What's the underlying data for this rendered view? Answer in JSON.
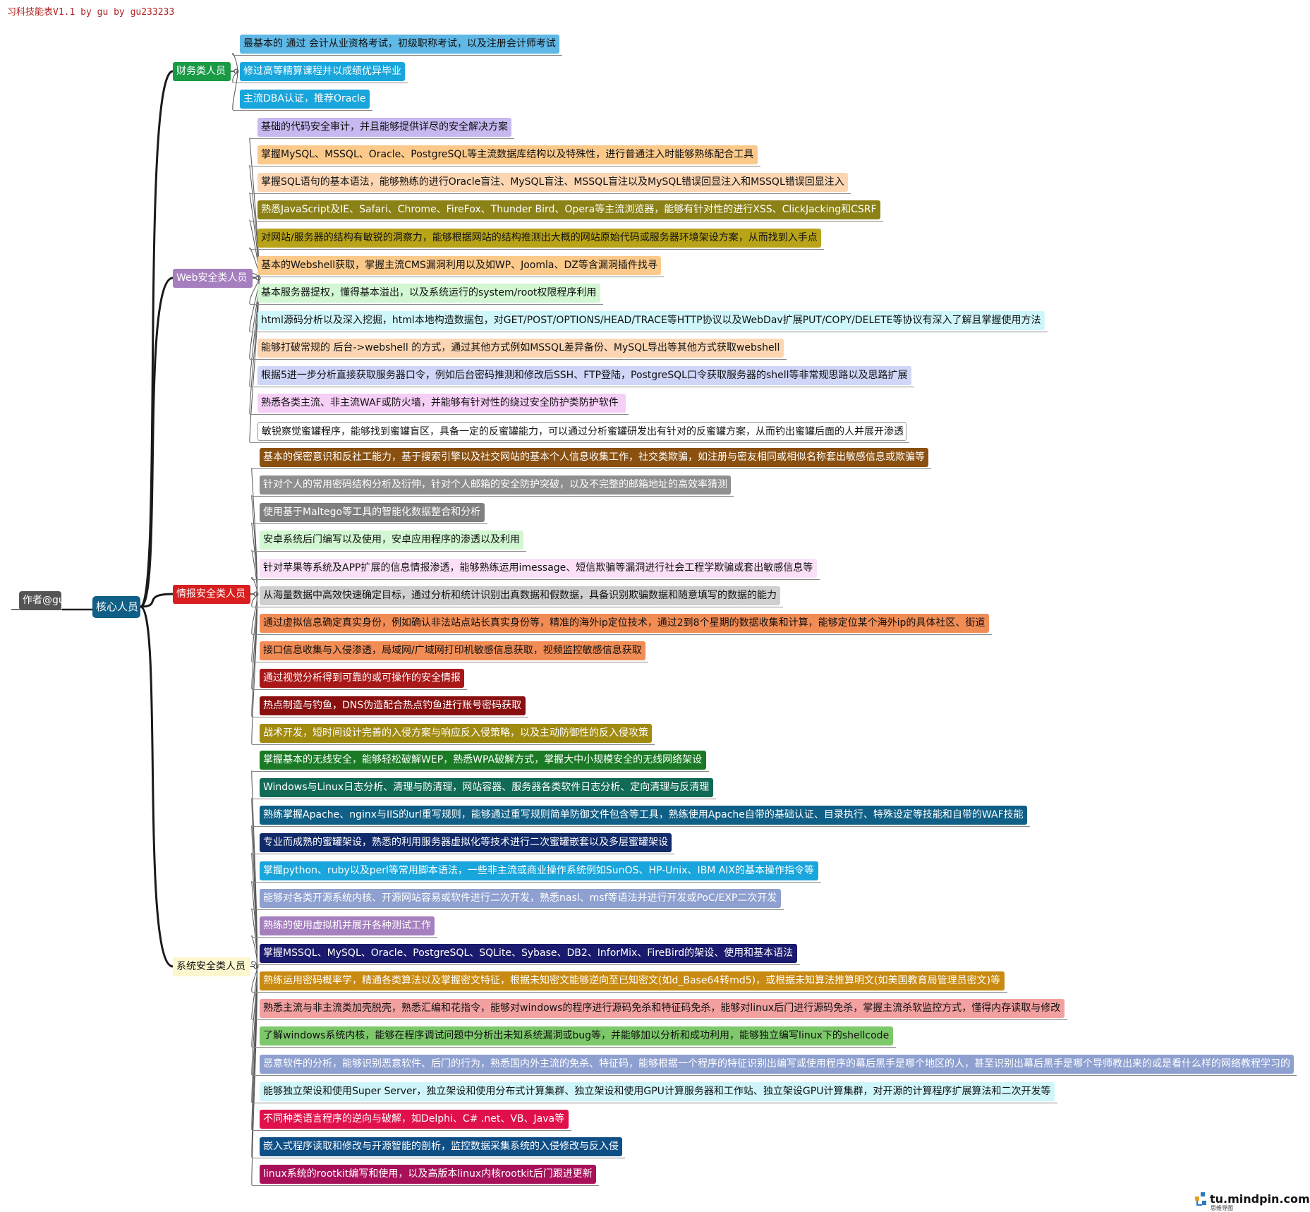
{
  "title": "习科技能表V1.1 by gu by gu233233",
  "author_node": "作者@gu",
  "core_node": "核心人员",
  "branches": [
    {
      "label": "财务类人员",
      "color": "#1a9a45",
      "text_color": "#ffffff",
      "items": [
        {
          "text": "最基本的 通过 会计从业资格考试，初级职称考试，以及注册会计师考试",
          "bg": "#5fb8e6",
          "fg": "#111111"
        },
        {
          "text": "修过高等精算课程并以成绩优异毕业",
          "bg": "#18a6dc",
          "fg": "#ffffff"
        },
        {
          "text": "主流DBA认证，推荐Oracle",
          "bg": "#18a6dc",
          "fg": "#ffffff"
        }
      ]
    },
    {
      "label": "Web安全类人员",
      "color": "#a67fbf",
      "text_color": "#ffffff",
      "items": [
        {
          "text": "基础的代码安全审计，并且能够提供详尽的安全解决方案",
          "bg": "#c7b9f0",
          "fg": "#111111"
        },
        {
          "text": "掌握MySQL、MSSQL、Oracle、PostgreSQL等主流数据库结构以及特殊性，进行普通注入时能够熟练配合工具",
          "bg": "#fbc98a",
          "fg": "#111111"
        },
        {
          "text": "掌握SQL语句的基本语法，能够熟练的进行Oracle盲注、MySQL盲注、MSSQL盲注以及MySQL错误回显注入和MSSQL错误回显注入",
          "bg": "#fcd6b3",
          "fg": "#111111"
        },
        {
          "text": "熟悉JavaScript及IE、Safari、Chrome、FireFox、Thunder Bird、Opera等主流浏览器，能够有针对性的进行XSS、ClickJacking和CSRF",
          "bg": "#8b8116",
          "fg": "#ffffff"
        },
        {
          "text": "对网站/服务器的结构有敏锐的洞察力，能够根据网站的结构推测出大概的网站原始代码或服务器环境架设方案，从而找到入手点",
          "bg": "#b9a419",
          "fg": "#111111"
        },
        {
          "text": "基本的Webshell获取，掌握主流CMS漏洞利用以及如WP、Joomla、DZ等含漏洞插件找寻",
          "bg": "#fbc98a",
          "fg": "#111111"
        },
        {
          "text": "基本服务器提权，懂得基本溢出，以及系统运行的system/root权限程序利用",
          "bg": "#d2f7d2",
          "fg": "#111111"
        },
        {
          "text": "html源码分析以及深入挖掘，html本地构造数据包，对GET/POST/OPTIONS/HEAD/TRACE等HTTP协议以及WebDav扩展PUT/COPY/DELETE等协议有深入了解且掌握使用方法",
          "bg": "#cff6fb",
          "fg": "#111111"
        },
        {
          "text": "能够打破常规的 后台->webshell 的方式，通过其他方式例如MSSQL差异备份、MySQL导出等其他方式获取webshell",
          "bg": "#fcd6b3",
          "fg": "#111111"
        },
        {
          "text": "根据5进一步分析直接获取服务器口令，例如后台密码推测和修改后SSH、FTP登陆，PostgreSQL口令获取服务器的shell等非常规思路以及思路扩展",
          "bg": "#cfd6f7",
          "fg": "#111111"
        },
        {
          "text": " 熟悉各类主流、非主流WAF或防火墙，并能够有针对性的绕过安全防护类防护软件",
          "bg": "#f6cff6",
          "fg": "#111111"
        },
        {
          "text": "敏锐察觉蜜罐程序，能够找到蜜罐盲区，具备一定的反蜜罐能力，可以通过分析蜜罐研发出有针对的反蜜罐方案，从而钓出蜜罐后面的人并展开渗透",
          "bg": "#ffffff",
          "fg": "#111111",
          "border": "#999999"
        }
      ]
    },
    {
      "label": "情报安全类人员",
      "color": "#d81e1e",
      "text_color": "#ffffff",
      "items": [
        {
          "text": "基本的保密意识和反社工能力，基于搜索引擎以及社交网站的基本个人信息收集工作，社交类欺骗，如注册与密友相同或相似名称套出敏感信息或欺骗等",
          "bg": "#8a5010",
          "fg": "#ffffff"
        },
        {
          "text": "针对个人的常用密码结构分析及衍伸，针对个人邮箱的安全防护突破，以及不完整的邮箱地址的高效率猜测",
          "bg": "#8f8f8f",
          "fg": "#ffffff"
        },
        {
          "text": "使用基于Maltego等工具的智能化数据整合和分析",
          "bg": "#808080",
          "fg": "#ffffff"
        },
        {
          "text": "安卓系统后门编写以及使用，安卓应用程序的渗透以及利用",
          "bg": "#d2f7d2",
          "fg": "#111111"
        },
        {
          "text": "针对苹果等系统及APP扩展的信息情报渗透，能够熟练运用imessage、短信欺骗等漏洞进行社会工程学欺骗或套出敏感信息等",
          "bg": "#fbe0f7",
          "fg": "#111111"
        },
        {
          "text": "从海量数据中高效快速确定目标，通过分析和统计识别出真数据和假数据，具备识别欺骗数据和随意填写的数据的能力",
          "bg": "#cfcfcf",
          "fg": "#111111"
        },
        {
          "text": "通过虚拟信息确定真实身份，例如确认非法站点站长真实身份等，精准的海外ip定位技术，通过2到8个星期的数据收集和计算，能够定位某个海外ip的具体社区、街道",
          "bg": "#f28c55",
          "fg": "#111111"
        },
        {
          "text": "接口信息收集与入侵渗透，局域网/广域网打印机敏感信息获取，视频监控敏感信息获取",
          "bg": "#f28c55",
          "fg": "#111111"
        },
        {
          "text": "通过视觉分析得到可靠的或可操作的安全情报",
          "bg": "#a81818",
          "fg": "#ffffff"
        },
        {
          "text": "热点制造与钓鱼，DNS伪造配合热点钓鱼进行账号密码获取",
          "bg": "#8a1010",
          "fg": "#ffffff"
        },
        {
          "text": "战术开发，短时间设计完善的入侵方案与响应反入侵策略，以及主动防御性的反入侵攻策",
          "bg": "#a08a10",
          "fg": "#ffffff"
        }
      ]
    },
    {
      "label": "系统安全类人员",
      "color": "#fdf7cf",
      "text_color": "#111111",
      "items": [
        {
          "text": "掌握基本的无线安全，能够轻松破解WEP，熟悉WPA破解方式，掌握大中小规模安全的无线网络架设",
          "bg": "#1a7a25",
          "fg": "#ffffff"
        },
        {
          "text": "Windows与Linux日志分析、清理与防清理，网站容器、服务器各类软件日志分析、定向清理与反清理",
          "bg": "#116a55",
          "fg": "#ffffff"
        },
        {
          "text": "熟练掌握Apache、nginx与IIS的url重写规则，能够通过重写规则简单防御文件包含等工具，熟练使用Apache自带的基础认证、目录执行、特殊设定等技能和自带的WAF技能",
          "bg": "#0f5f86",
          "fg": "#ffffff"
        },
        {
          "text": "专业而成熟的蜜罐架设，熟悉的利用服务器虚拟化等技术进行二次蜜罐嵌套以及多层蜜罐架设",
          "bg": "#102a6a",
          "fg": "#ffffff"
        },
        {
          "text": "掌握python、ruby以及perl等常用脚本语法，一些非主流或商业操作系统例如SunOS、HP-Unix、IBM AIX的基本操作指令等",
          "bg": "#18a6dc",
          "fg": "#ffffff"
        },
        {
          "text": "能够对各类开源系统内核、开源网站容易或软件进行二次开发，熟悉nasl、msf等语法并进行开发或PoC/EXP二次开发",
          "bg": "#8ea0d0",
          "fg": "#ffffff"
        },
        {
          "text": "熟练的使用虚拟机并展开各种测试工作",
          "bg": "#a67fbf",
          "fg": "#ffffff"
        },
        {
          "text": "掌握MSSQL、MySQL、Oracle、PostgreSQL、SQLite、Sybase、DB2、InforMix、FireBird的架设、使用和基本语法",
          "bg": "#1a1a6e",
          "fg": "#ffffff"
        },
        {
          "text": "熟练运用密码概率学，精通各类算法以及掌握密文特征，根据未知密文能够逆向至已知密文(如d_Base64转md5)，或根据未知算法推算明文(如美国教育局管理员密文)等",
          "bg": "#c88a10",
          "fg": "#ffffff"
        },
        {
          "text": "熟悉主流与非主流类加壳脱壳，熟悉汇编和花指令，能够对windows的程序进行源码免杀和特征码免杀，能够对linux后门进行源码免杀，掌握主流杀软监控方式，懂得内存读取与修改",
          "bg": "#f2a0a0",
          "fg": "#111111"
        },
        {
          "text": "了解windows系统内核，能够在程序调试问题中分析出未知系统漏洞或bug等，并能够加以分析和成功利用，能够独立编写linux下的shellcode",
          "bg": "#7dc86a",
          "fg": "#111111"
        },
        {
          "text": "恶意软件的分析，能够识别恶意软件、后门的行为，熟悉国内外主流的免杀、特征码，能够根据一个程序的特征识别出编写或使用程序的幕后黑手是哪个地区的人，甚至识别出幕后黑手是哪个导师教出来的或是看什么样的网络教程学习的",
          "bg": "#8ea0d0",
          "fg": "#ffffff"
        },
        {
          "text": "能够独立架设和使用Super Server，独立架设和使用分布式计算集群、独立架设和使用GPU计算服务器和工作站、独立架设GPU计算集群，对开源的计算程序扩展算法和二次开发等",
          "bg": "#cff6fb",
          "fg": "#111111"
        },
        {
          "text": "不同种类语言程序的逆向与破解，如Delphi、C# .net、VB、Java等",
          "bg": "#e0104a",
          "fg": "#ffffff"
        },
        {
          "text": "嵌入式程序读取和修改与开源智能的剖析，监控数据采集系统的入侵修改与反入侵",
          "bg": "#0f4f86",
          "fg": "#ffffff"
        },
        {
          "text": "linux系统的rootkit编写和使用，以及高版本linux内核rootkit后门跟进更新",
          "bg": "#a8105a",
          "fg": "#ffffff"
        }
      ]
    }
  ],
  "watermark": {
    "url": "tu.mindpin.com",
    "sub": "思维导图"
  }
}
